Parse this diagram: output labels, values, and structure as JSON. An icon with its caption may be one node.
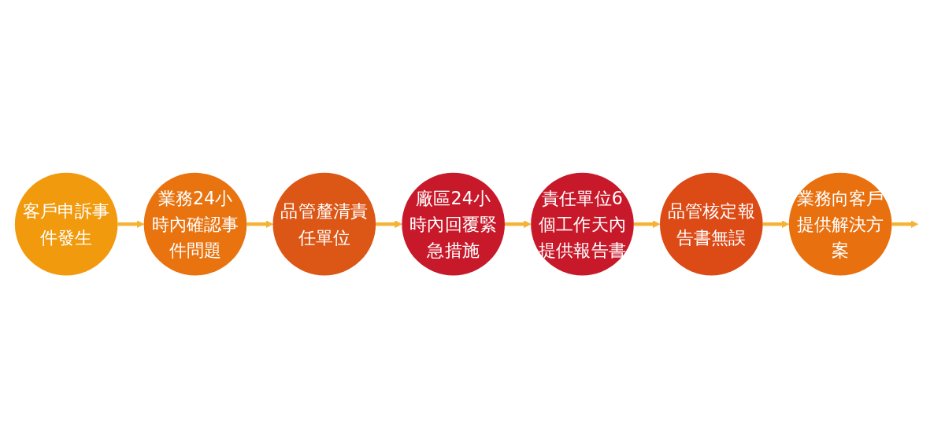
{
  "diagram": {
    "nodes": [
      {
        "text": [
          "客戶申訴事件發生"
        ]
      },
      {
        "text": [
          "業務24小時內確認事件問題"
        ]
      },
      {
        "text": [
          "品管釐清責任單位"
        ]
      },
      {
        "text": [
          "廠區24小時內回覆緊急措施"
        ]
      },
      {
        "text": [
          "責任單位6個工作天內提供報告書"
        ]
      },
      {
        "text": [
          "品管核定報告書無誤"
        ]
      },
      {
        "text": [
          "業務向客戶提供解決方案"
        ]
      }
    ],
    "edges": [
      {
        "from": 0,
        "to": 1,
        "arrow": "to"
      },
      {
        "from": 1,
        "to": 2,
        "arrow": "to"
      },
      {
        "from": 2,
        "to": 3,
        "arrow": "to"
      },
      {
        "from": 3,
        "to": 4,
        "arrow": "to"
      },
      {
        "from": 4,
        "to": 5,
        "arrow": "to"
      },
      {
        "from": 5,
        "to": 6,
        "arrow": "to"
      },
      {
        "from": 6,
        "to": null,
        "arrow": "to"
      }
    ]
  }
}
